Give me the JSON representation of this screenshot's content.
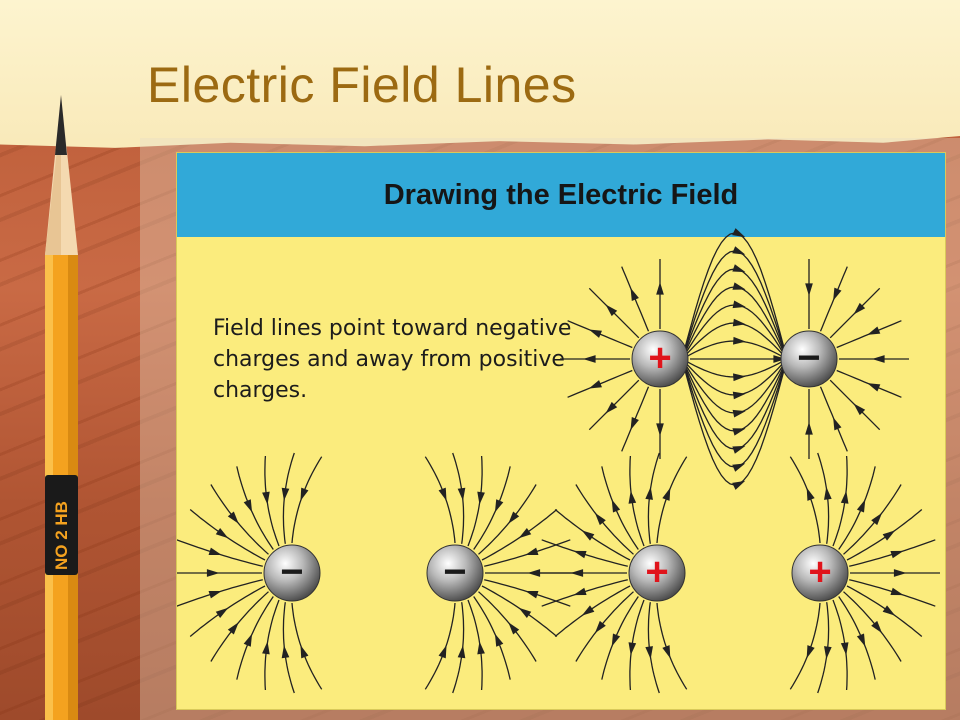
{
  "slide": {
    "title": "Electric Field Lines"
  },
  "panel": {
    "heading": "Drawing the Electric Field",
    "description": "Field lines point toward negative charges and away from positive charges."
  },
  "pencil": {
    "label": "NO 2 HB"
  },
  "diagrams": [
    {
      "name": "dipole",
      "charges": [
        "+",
        "−"
      ]
    },
    {
      "name": "two-negative",
      "charges": [
        "−",
        "−"
      ]
    },
    {
      "name": "two-positive",
      "charges": [
        "+",
        "+"
      ]
    }
  ],
  "colors": {
    "banner": "#31a9d8",
    "panel": "#fbec7d",
    "title": "#9c6a12",
    "plus": "#e0141b"
  }
}
